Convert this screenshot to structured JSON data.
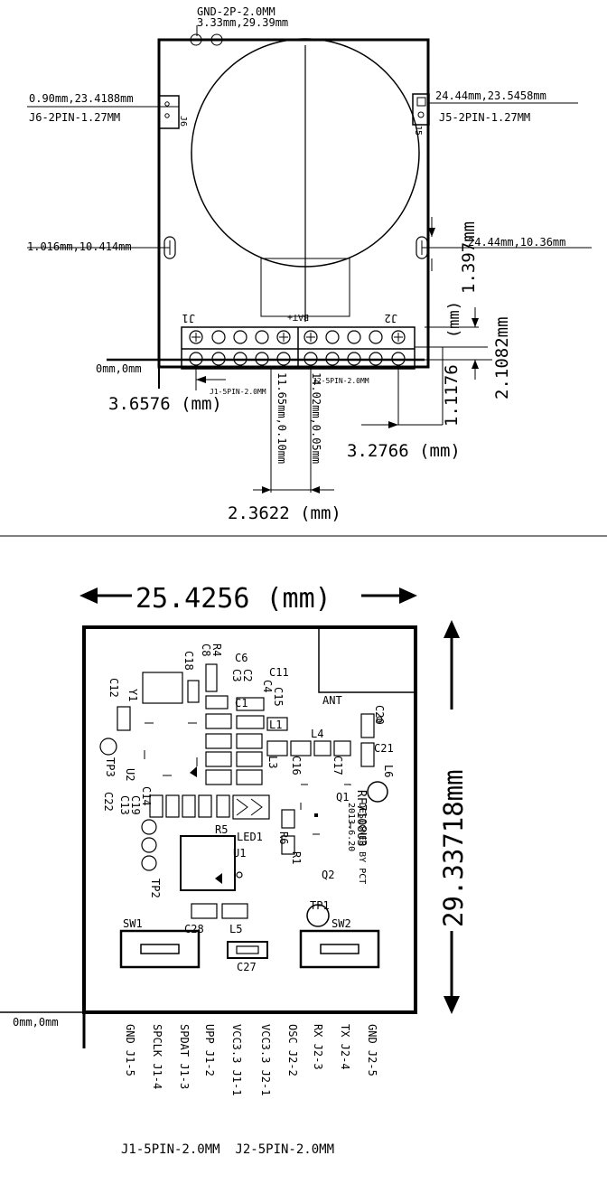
{
  "top": {
    "gnd_label": "GND-2P-2.0MM",
    "gnd_coord": "3.33mm,29.39mm",
    "j6_coord": "0.90mm,23.4188mm",
    "j6_label": "J6-2PIN-1.27MM",
    "j6_ref": "J6",
    "j5_coord": "24.44mm,23.5458mm",
    "j5_label": "J5-2PIN-1.27MM",
    "j5_ref": "J5",
    "hole_left_coord": "1.016mm,10.414mm",
    "hole_right_coord": "24.44mm,10.36mm",
    "dim_1397": "1.397mm",
    "dim_mm": "(mm)",
    "dim_21082": "2.1082mm",
    "dim_11176": "1.1176",
    "j1_ref": "J1",
    "j2_ref": "J2",
    "bat_ref": "BAT+",
    "origin": "0mm,0mm",
    "j1_pin": "J1-5PIN-2.0MM",
    "j2_pin": "J2-5PIN-2.0MM",
    "pin_left_coord": "11.65mm,0.10mm",
    "pin_right_coord": "14.02mm,0.05mm",
    "dim_36576": "3.6576 (mm)",
    "dim_32766": "3.2766 (mm)",
    "dim_23622": "2.3622 (mm)"
  },
  "bottom": {
    "width_dim": "25.4256 (mm)",
    "height_dim": "29.33718mm",
    "origin": "0mm,0mm",
    "ant": "ANT",
    "designed": "DESIGNED BY PCT",
    "date": "2013.6.20",
    "part": "RF7108U3",
    "refs": {
      "c12": "C12",
      "y1": "Y1",
      "c18": "C18",
      "c8": "C8",
      "r4": "R4",
      "c6": "C6",
      "c3": "C3",
      "c11": "C11",
      "c2": "C2",
      "c4": "C4",
      "c15": "C15",
      "c1": "C1",
      "l1": "L1",
      "l4": "L4",
      "c20": "C20",
      "c21": "C21",
      "l6": "L6",
      "l3": "L3",
      "c16": "C16",
      "c17": "C17",
      "tp3": "TP3",
      "u2": "U2",
      "c22": "C22",
      "c13": "C13",
      "c19": "C19",
      "c14": "C14",
      "q1": "Q1",
      "r5": "R5",
      "led1": "LED1",
      "r6": "R6",
      "r1": "R1",
      "u1": "U1",
      "q2": "Q2",
      "tp2": "TP2",
      "c28": "C28",
      "l5": "L5",
      "tp1": "TP1",
      "sw1": "SW1",
      "sw2": "SW2",
      "c27": "C27"
    },
    "pins": [
      "GND J1-5",
      "SPCLK J1-4",
      "SPDAT J1-3",
      "UPP J1-2",
      "VCC3.3 J1-1",
      "VCC3.3 J2-1",
      "OSC J2-2",
      "RX J2-3",
      "TX J2-4",
      "GND J2-5"
    ],
    "footer": "J1-5PIN-2.0MM  J2-5PIN-2.0MM"
  }
}
